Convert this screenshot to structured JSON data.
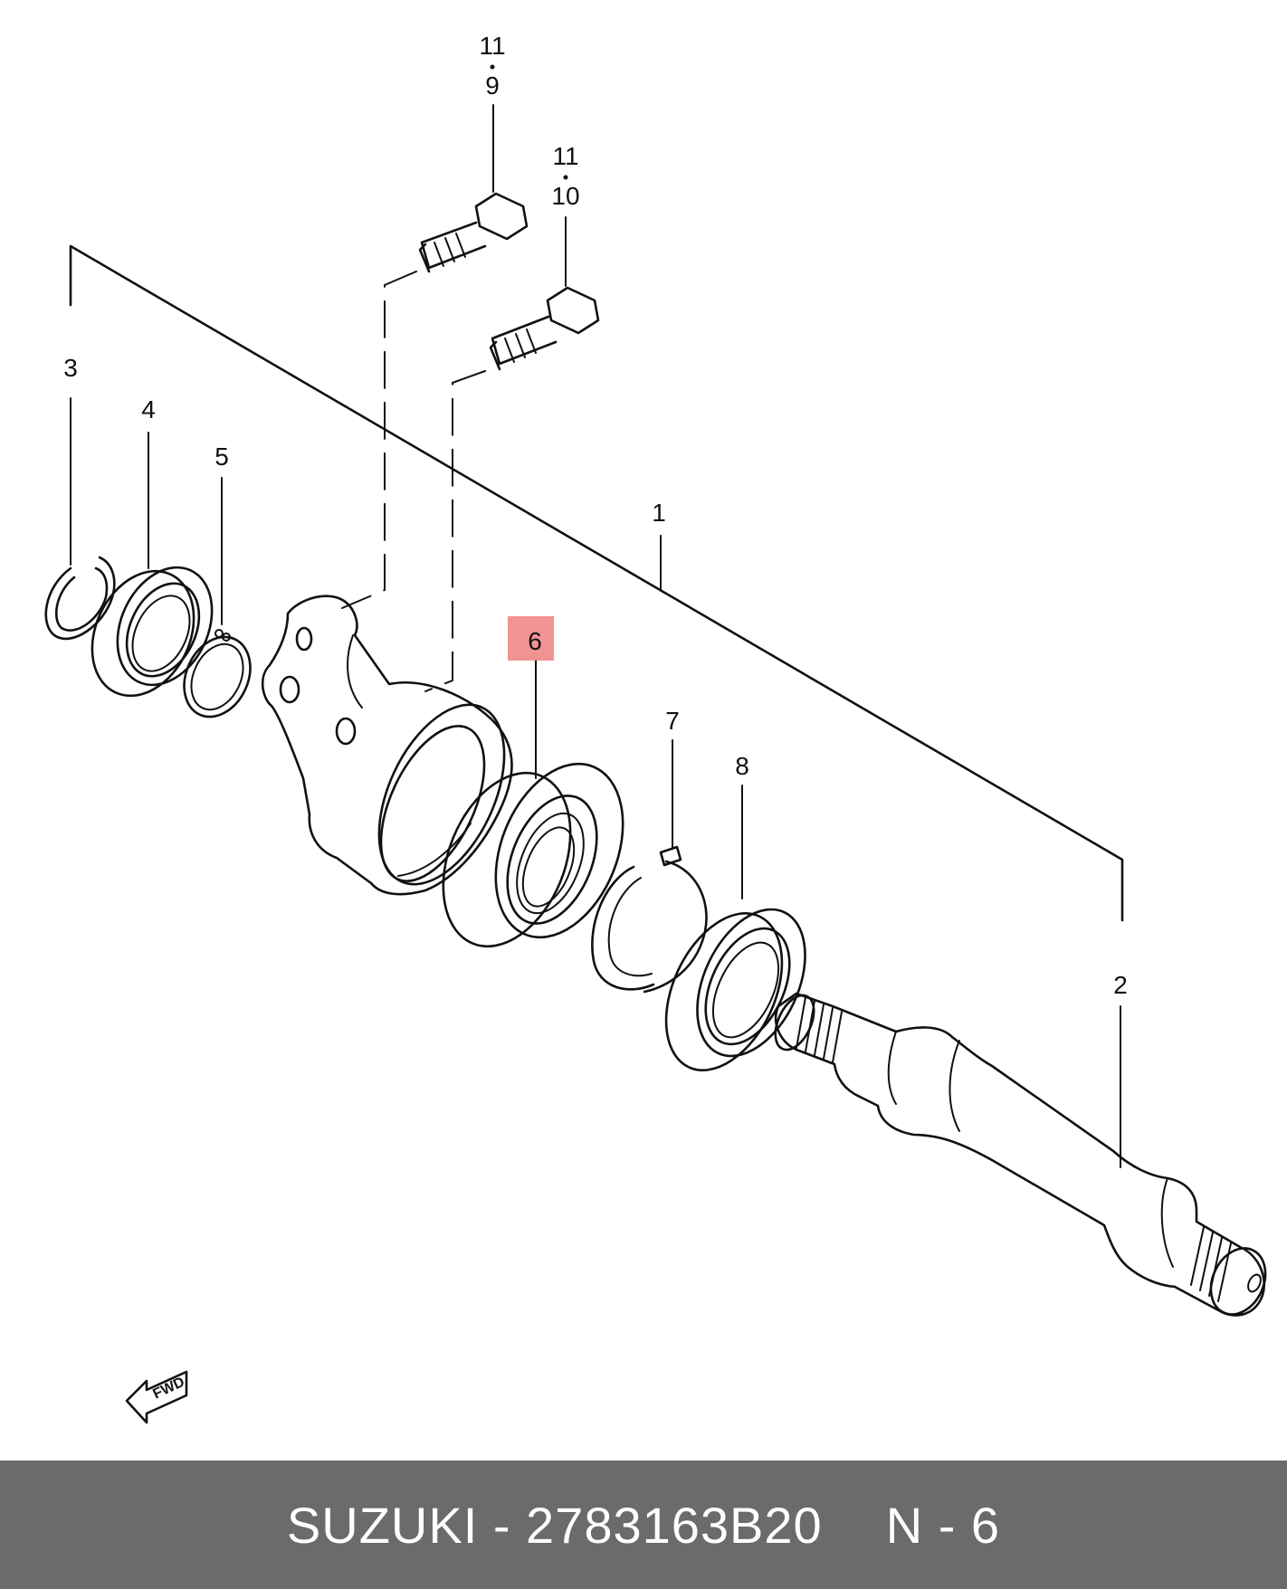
{
  "callouts": {
    "c1": "1",
    "c2": "2",
    "c3": "3",
    "c4": "4",
    "c5": "5",
    "c6": "6",
    "c7": "7",
    "c8": "8",
    "c9_top": "11",
    "c9_bottom": "9",
    "c10_top": "11",
    "c10_bottom": "10"
  },
  "fwd_label": "FWD",
  "highlight_color": "#f08080",
  "footer": {
    "part_text": "SUZUKI - 2783163B20",
    "code_text": "N - 6"
  }
}
